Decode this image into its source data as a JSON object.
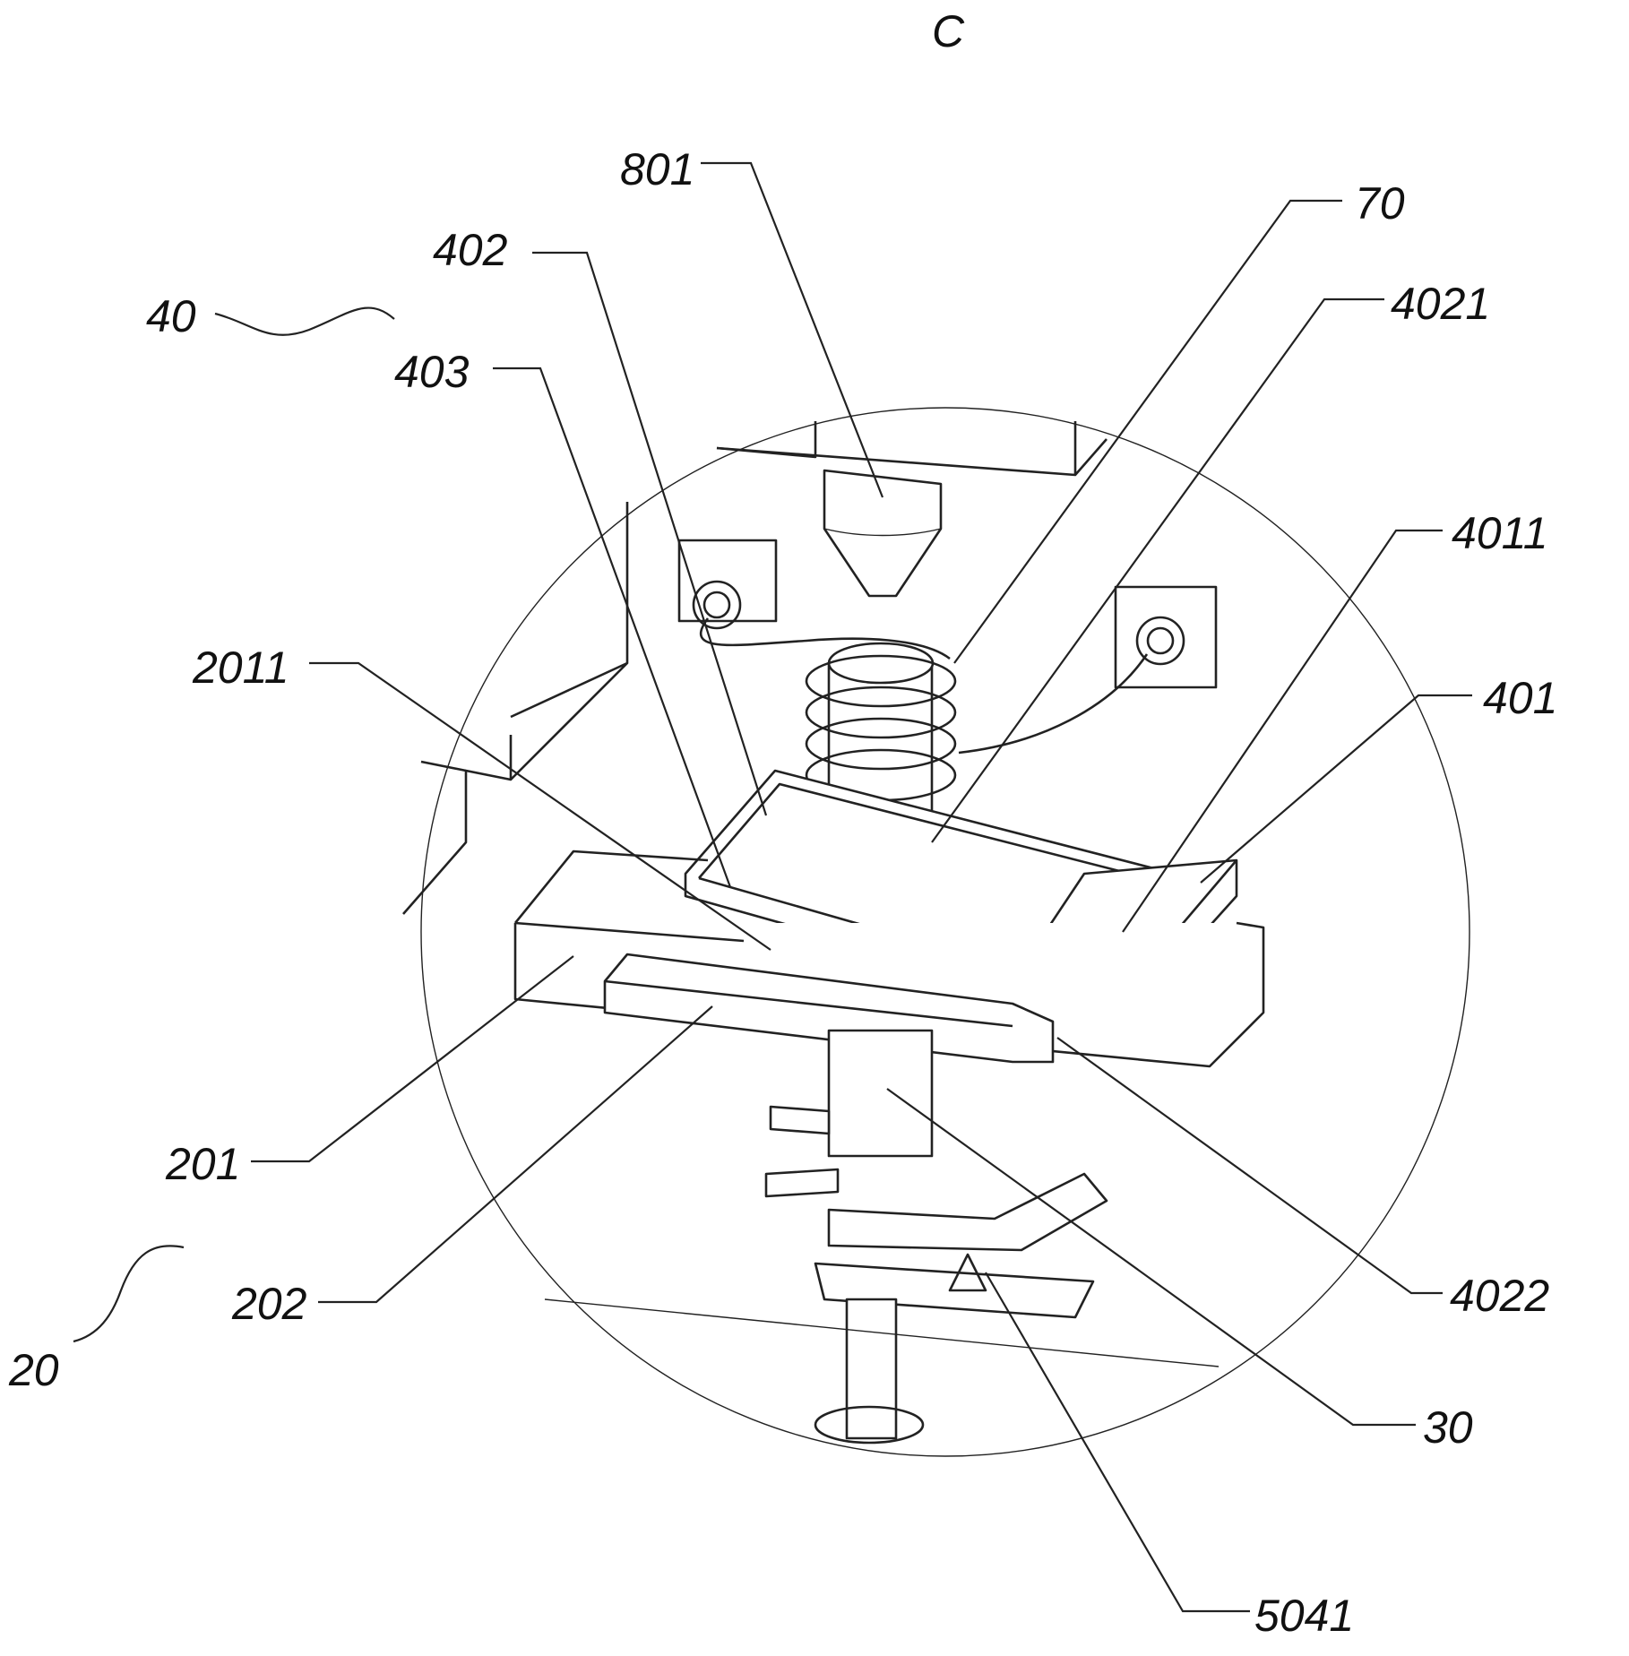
{
  "figure": {
    "view_label": "C"
  },
  "labels": {
    "l801": "801",
    "l70": "70",
    "l402": "402",
    "l4021": "4021",
    "l40": "40",
    "l403": "403",
    "l4011": "4011",
    "l2011": "2011",
    "l401": "401",
    "l201": "201",
    "l202": "202",
    "l4022": "4022",
    "l20": "20",
    "l30": "30",
    "l5041": "5041"
  }
}
